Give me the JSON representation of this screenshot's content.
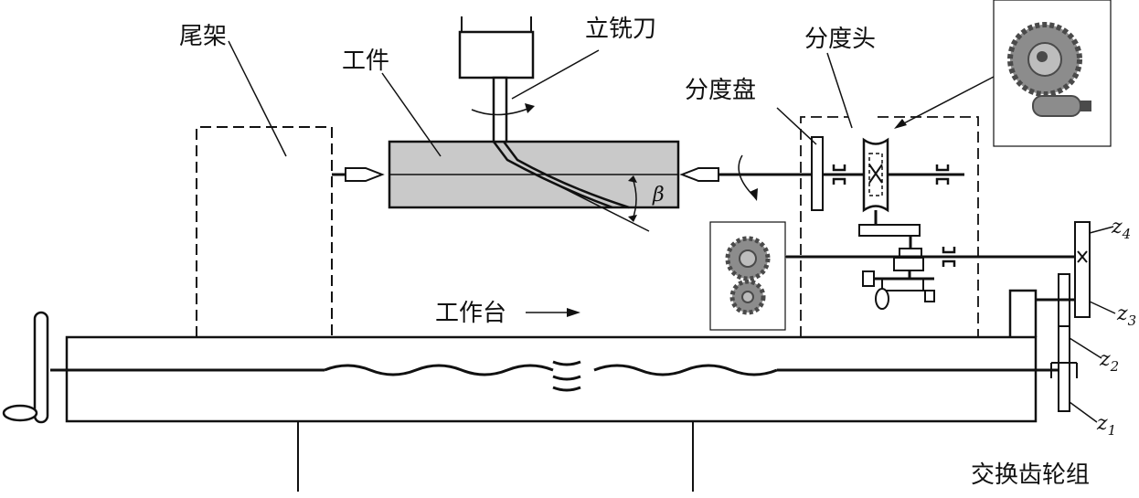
{
  "labels": {
    "tailstock": "尾架",
    "workpiece": "工件",
    "end_mill": "立铣刀",
    "index_plate": "分度盘",
    "index_head": "分度头",
    "worktable": "工作台",
    "gear_set": "交换齿轮组",
    "beta": "β",
    "z_letter": "z",
    "z4_sub": "4",
    "z3_sub": "3",
    "z2_sub": "2",
    "z1_sub": "1"
  },
  "colors": {
    "line": "#111111",
    "workpiece_fill": "#c9c9c9",
    "gear_dark": "#4a4a4a",
    "gear_mid": "#8c8c8c",
    "gear_light": "#bdbdbd"
  },
  "icons": {
    "inset_top": "gear-worm-inset-icon",
    "inset_mid": "gear-pair-inset-icon"
  }
}
